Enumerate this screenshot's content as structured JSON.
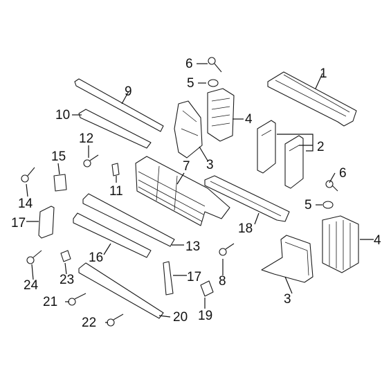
{
  "callouts": {
    "n1": "1",
    "n2": "2",
    "n3a": "3",
    "n3b": "3",
    "n4a": "4",
    "n4b": "4",
    "n5a": "5",
    "n5b": "5",
    "n6a": "6",
    "n6b": "6",
    "n7": "7",
    "n8": "8",
    "n9": "9",
    "n10": "10",
    "n11": "11",
    "n12": "12",
    "n13": "13",
    "n14": "14",
    "n15": "15",
    "n16": "16",
    "n17a": "17",
    "n17b": "17",
    "n18": "18",
    "n19": "19",
    "n20": "20",
    "n21": "21",
    "n22": "22",
    "n23": "23",
    "n24": "24"
  }
}
